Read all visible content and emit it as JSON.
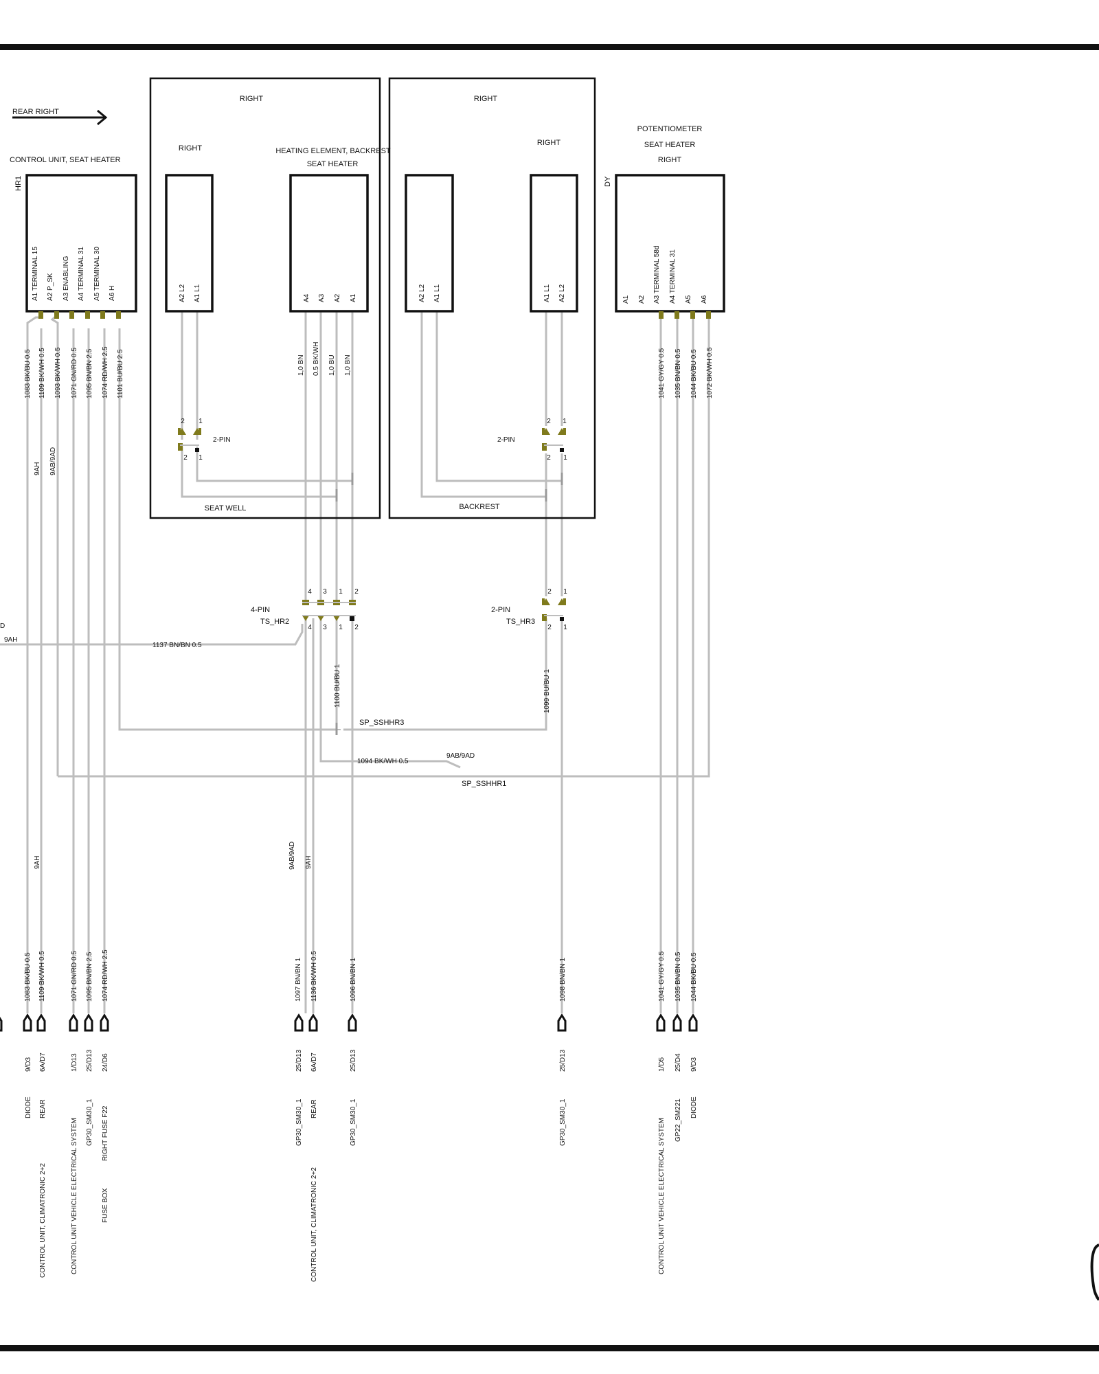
{
  "header": {
    "direction_label": "REAR RIGHT"
  },
  "components": {
    "control_unit": {
      "title": "CONTROL UNIT, SEAT HEATER",
      "code": "HR1",
      "pins": [
        "A1  TERMINAL 15",
        "A2  P_SK",
        "A3  ENABLING",
        "A4  TERMINAL 31",
        "A5  TERMINAL 30",
        "A6  H"
      ]
    },
    "seat_well_group": {
      "title": "RIGHT",
      "bottom_label": "SEAT WELL"
    },
    "seat_element": {
      "title": "RIGHT",
      "pins": [
        "A2  L2",
        "A1  L1"
      ]
    },
    "heating_element": {
      "title_1": "HEATING ELEMENT, BACKREST",
      "title_2": "SEAT HEATER",
      "pins": [
        "A4",
        "A3",
        "A2",
        "A1"
      ]
    },
    "backrest_group": {
      "title": "RIGHT",
      "bottom_label": "BACKREST"
    },
    "backrest_left": {
      "pins": [
        "A2  L2",
        "A1  L1"
      ]
    },
    "backrest_right": {
      "title": "RIGHT",
      "pins": [
        "A1  L1",
        "A2  L2"
      ]
    },
    "potentiometer": {
      "title_1": "POTENTIOMETER",
      "title_2": "SEAT HEATER",
      "title_3": "RIGHT",
      "code": "DY",
      "pins": [
        "A1",
        "A2",
        "A3  TERMINAL 58d",
        "A4  TERMINAL 31",
        "A5",
        "A6"
      ]
    }
  },
  "connectors": {
    "seat_well_2pin": {
      "label": "2-PIN",
      "top": [
        "2",
        "1"
      ],
      "bottom": [
        "2",
        "1"
      ]
    },
    "backrest_2pin": {
      "label": "2-PIN",
      "top": [
        "2",
        "1"
      ],
      "bottom": [
        "2",
        "1"
      ]
    },
    "ts_hr2": {
      "label": "4-PIN",
      "name": "TS_HR2",
      "top": [
        "4",
        "3",
        "1",
        "2"
      ],
      "bottom": [
        "4",
        "3",
        "1",
        "2"
      ]
    },
    "ts_hr3": {
      "label": "2-PIN",
      "name": "TS_HR3",
      "top": [
        "2",
        "1"
      ],
      "bottom": [
        "2",
        "1"
      ]
    }
  },
  "wires": {
    "cu_top": [
      "1083 BK/BU 0.5",
      "1109 BK/WH 0.5",
      "1093 BK/WH 0.5",
      "1071 GN/RD 0.5",
      "1095 BN/BN 2.5",
      "1074 RD/WH 2.5",
      "1101 BU/BU 2.5"
    ],
    "he_top": [
      "1,0 BN",
      "0.5 BK/WH",
      "1,0 BU",
      "1,0 BN"
    ],
    "pot_top": [
      "1041 GY/GY 0.5",
      "1035 BN/BN 0.5",
      "1044 BK/BU 0.5",
      "1072 BK/WH 0.5"
    ],
    "w1137": "1137 BN/BN 0.5",
    "w1100": "1100 BU/BU 1",
    "w1099": "1099 BU/BU 1",
    "w1094": "1094 BK/WH 0.5",
    "bottom": [
      "1083 BK/BU 0.5",
      "1109 BK/WH 0.5",
      "1071 GN/RD 0.5",
      "1095 BN/BN 2.5",
      "1074 RD/WH 2.5",
      "1097 BN/BN 1",
      "1136 BK/WH 0.5",
      "1096 BN/BN 1",
      "1098 BN/BN 1",
      "1041 GY/GY 0.5",
      "1035 BN/BN 0.5",
      "1044 BK/BU 0.5"
    ]
  },
  "splices": {
    "sp3": "SP_SSHHR3",
    "sp1": "SP_SSHHR1"
  },
  "refs": {
    "r9ah": "9AH",
    "r9ab9ad": "9AB/9AD",
    "left_9ah": "9AH",
    "left_d": "D"
  },
  "destinations": {
    "codes": [
      "9/D3",
      "6A/D7",
      "1/D13",
      "25/D13",
      "24/D6",
      "25/D13",
      "6A/D7",
      "25/D13",
      "25/D13",
      "1/D5",
      "25/D4",
      "9/D3"
    ],
    "cu_clim_1": "CONTROL UNIT, CLIMATRONIC  2+2",
    "diode": "DIODE",
    "rear": "REAR",
    "cu_ves_1": "CONTROL UNIT  VEHICLE ELECTRICAL SYSTEM",
    "gp30": "GP30_SM30_1",
    "fuse_box": "FUSE BOX",
    "right_fuse": "RIGHT  FUSE F22",
    "cu_clim_2": "CONTROL UNIT, CLIMATRONIC  2+2",
    "gp30_b": "GP30_SM30_1",
    "rear_b": "REAR",
    "gp30_c": "GP30_SM30_1",
    "gp30_d": "GP30_SM30_1",
    "cu_ves_2": "CONTROL UNIT  VEHICLE ELECTRICAL SYSTEM",
    "gp22": "GP22_SM221",
    "diode_b": "DIODE"
  }
}
